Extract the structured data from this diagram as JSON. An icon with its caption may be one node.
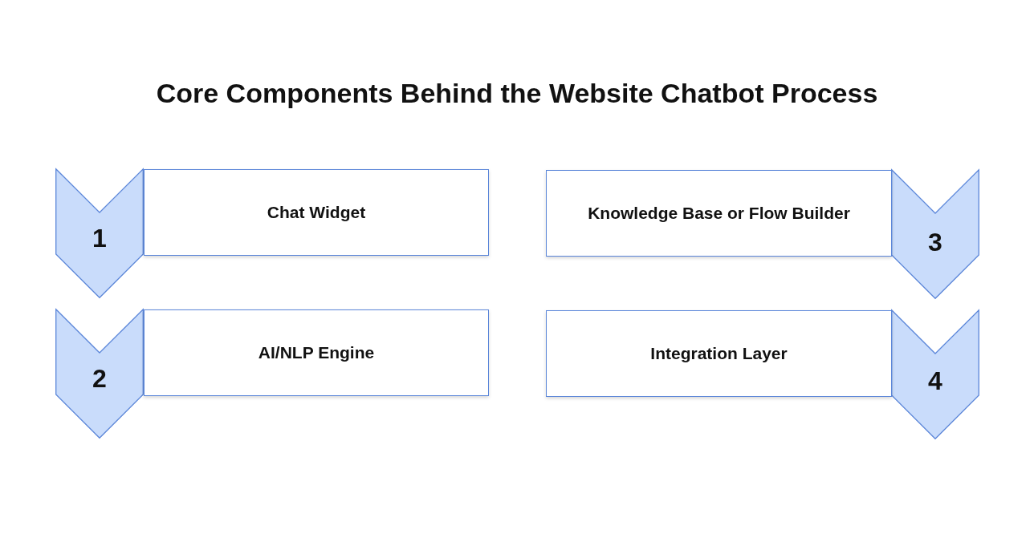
{
  "diagram": {
    "title": "Core Components Behind the Website Chatbot Process",
    "nodes": [
      {
        "text": [
          "1"
        ]
      },
      {
        "text": [
          "Chat Widget"
        ]
      },
      {
        "text": [
          "Knowledge Base or Flow Builder"
        ]
      },
      {
        "text": [
          "3"
        ]
      },
      {
        "text": [
          "2"
        ]
      },
      {
        "text": [
          "AI/NLP Engine"
        ]
      },
      {
        "text": [
          "Integration Layer"
        ]
      },
      {
        "text": [
          "4"
        ]
      }
    ]
  }
}
